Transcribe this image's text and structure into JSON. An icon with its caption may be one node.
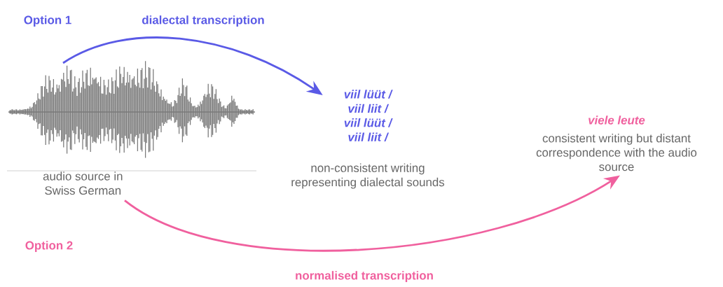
{
  "diagram": {
    "nodes": [
      {
        "text": [
          "audio source in Swiss German"
        ]
      },
      {
        "text": [
          "viil lüüt / viil liit / viil lüüt / viil liit /",
          "non-consistent writing representing dialectal sounds"
        ]
      },
      {
        "text": [
          "viele leute",
          "consistent writing but distant correspondence with the audio source"
        ]
      }
    ],
    "edges": [
      {
        "from": 0,
        "to": 1,
        "arrow": "to",
        "label": "dialectal transcription",
        "color": "#5a5ae6"
      },
      {
        "from": 0,
        "to": 2,
        "arrow": "to",
        "label": "normalised transcription",
        "color": "#f0609e"
      }
    ],
    "labels": [
      "Option 1",
      "Option 2"
    ]
  }
}
